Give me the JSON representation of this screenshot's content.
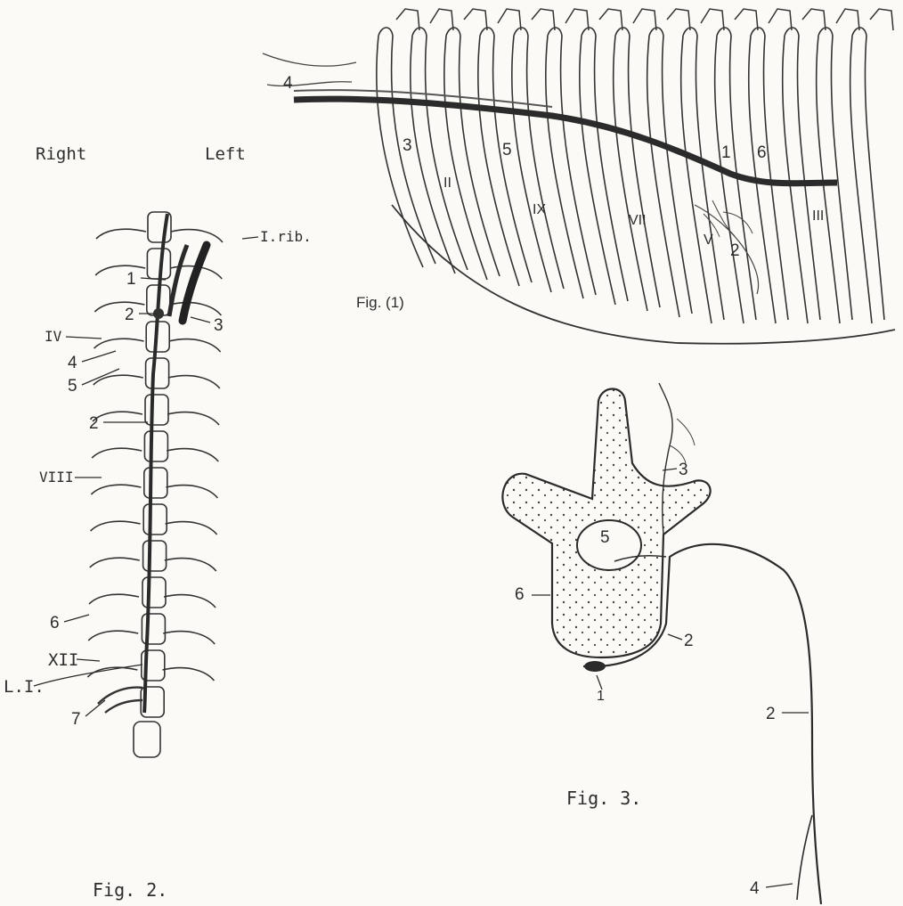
{
  "fig1": {
    "caption": "Fig. (1)",
    "labels": {
      "n4": "4",
      "n3": "3",
      "n5": "5",
      "n1": "1",
      "n6": "6",
      "n2": "2",
      "r2": "II",
      "r3": "III",
      "r5": "V",
      "r7": "VII",
      "r9": "IX"
    }
  },
  "fig2": {
    "caption": "Fig. 2.",
    "right": "Right",
    "left": "Left",
    "labels": {
      "rib1": "I.rib.",
      "n1": "1",
      "n2a": "2",
      "n3": "3",
      "iv": "IV",
      "n4": "4",
      "n5": "5",
      "n2b": "2",
      "viii": "VIII",
      "n6": "6",
      "xii": "XII",
      "li": "L.I.",
      "n7": "7"
    }
  },
  "fig3": {
    "caption": "Fig. 3.",
    "labels": {
      "n3": "3",
      "n5": "5",
      "n6": "6",
      "n2a": "2",
      "n1": "1",
      "n2b": "2",
      "n4": "4"
    }
  }
}
